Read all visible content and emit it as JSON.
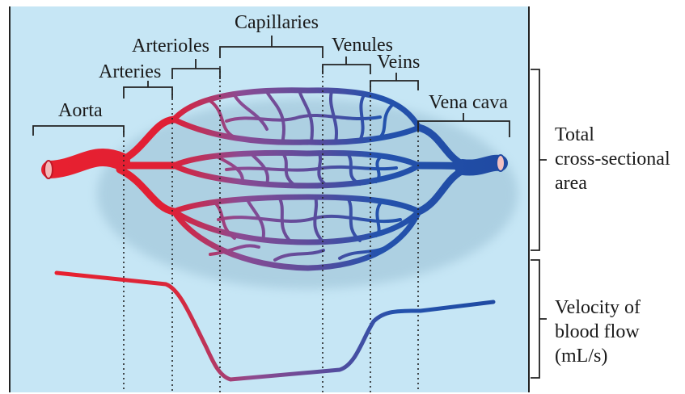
{
  "segment_labels": {
    "aorta": "Aorta",
    "arteries": "Arteries",
    "arterioles": "Arterioles",
    "capillaries": "Capillaries",
    "venules": "Venules",
    "veins": "Veins",
    "vena_cava": "Vena cava"
  },
  "side_labels": {
    "area": [
      "Total",
      "cross-sectional",
      "area"
    ],
    "velocity": [
      "Velocity of",
      "blood flow",
      "(mL/s)"
    ]
  },
  "colors": {
    "background": "#c6e6f5",
    "arterial": "#e8202f",
    "venous": "#1f4fa8",
    "capillary": "#7a4f9a"
  }
}
